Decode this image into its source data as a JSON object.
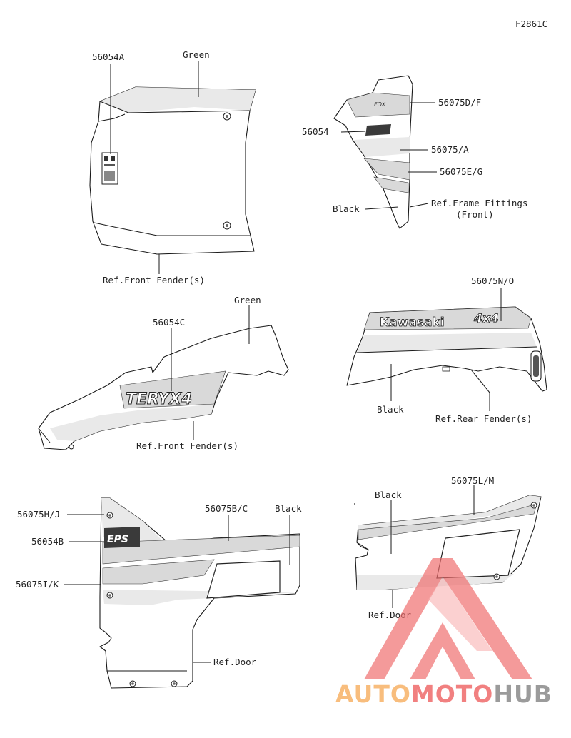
{
  "figure_code": "F2861C",
  "labels": {
    "p56054A": "56054A",
    "green_1": "Green",
    "ref_front_fender_1": "Ref.Front Fender(s)",
    "p56075DF": "56075D/F",
    "p56054": "56054",
    "p56075A": "56075/A",
    "p56075EG": "56075E/G",
    "black_1": "Black",
    "ref_frame_fittings_1": "Ref.Frame Fittings",
    "ref_frame_fittings_2": "(Front)",
    "green_2": "Green",
    "p56054C": "56054C",
    "ref_front_fender_2": "Ref.Front Fender(s)",
    "p56075NO": "56075N/O",
    "black_2": "Black",
    "ref_rear_fender": "Ref.Rear Fender(s)",
    "p56075HJ": "56075H/J",
    "p56054B": "56054B",
    "p56075BC": "56075B/C",
    "black_3": "Black",
    "p56075IK": "56075I/K",
    "ref_door_1": "Ref.Door",
    "black_4": "Black",
    "p56075LM": "56075L/M",
    "ref_door_2": "Ref.Door"
  },
  "decal_text": {
    "brand": "Kawasaki",
    "drive": "4x4"
  },
  "watermark": {
    "part1": "AUTO",
    "part2": "MOTO",
    "part3": "HUB",
    "color_orange": "#f7b267",
    "color_red": "#ef6b6b",
    "color_gray": "#8a8a8a"
  }
}
